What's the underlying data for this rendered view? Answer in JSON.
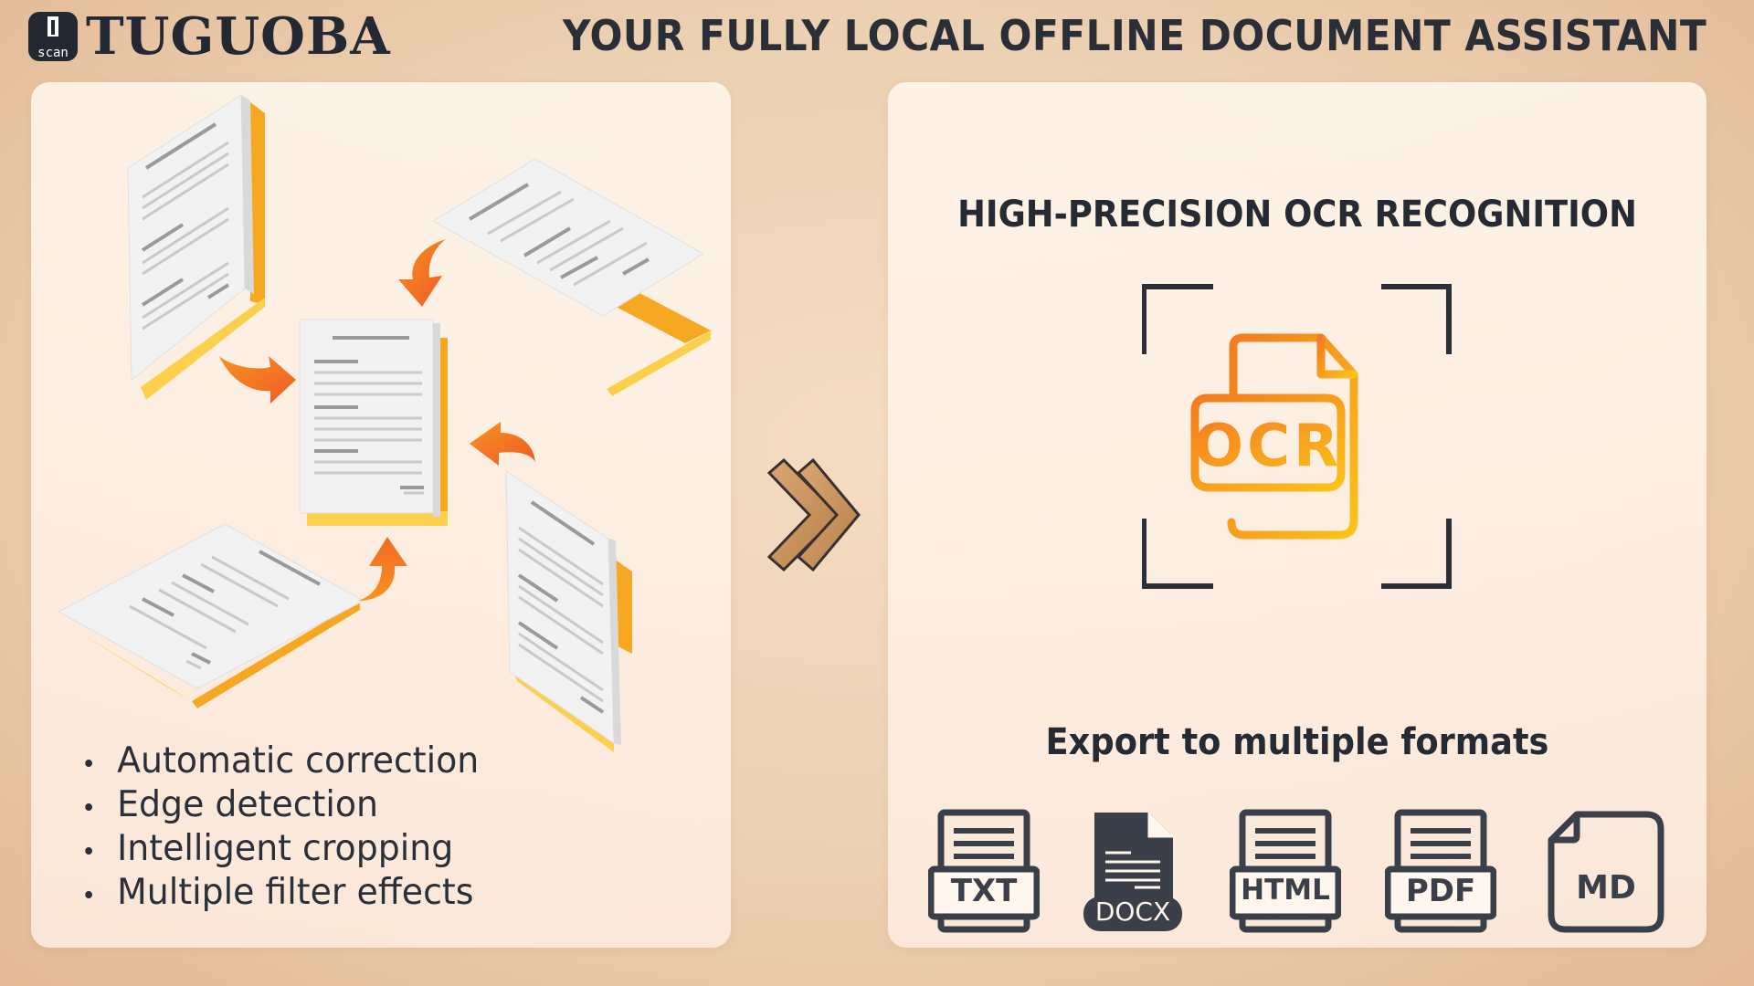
{
  "brand": {
    "name": "TUGUOBA",
    "logo_sublabel": "scan"
  },
  "tagline": "YOUR FULLY LOCAL OFFLINE DOCUMENT ASSISTANT",
  "left_panel": {
    "features": [
      "Automatic correction",
      "Edge detection",
      "Intelligent cropping",
      "Multiple filter effects"
    ]
  },
  "right_panel": {
    "ocr_title": "HIGH-PRECISION OCR RECOGNITION",
    "ocr_icon_text": "OCR",
    "export_title": "Export to multiple formats",
    "formats": [
      "TXT",
      "DOCX",
      "HTML",
      "PDF",
      "MD"
    ]
  },
  "colors": {
    "accent_orange": "#f7931e",
    "accent_yellow": "#fcb52a",
    "dark": "#2b2f38",
    "arrow_tan": "#c9955f"
  },
  "icons": [
    "document-stack-illustration",
    "double-chevron-right-icon",
    "ocr-document-icon",
    "scan-frame-icon"
  ]
}
